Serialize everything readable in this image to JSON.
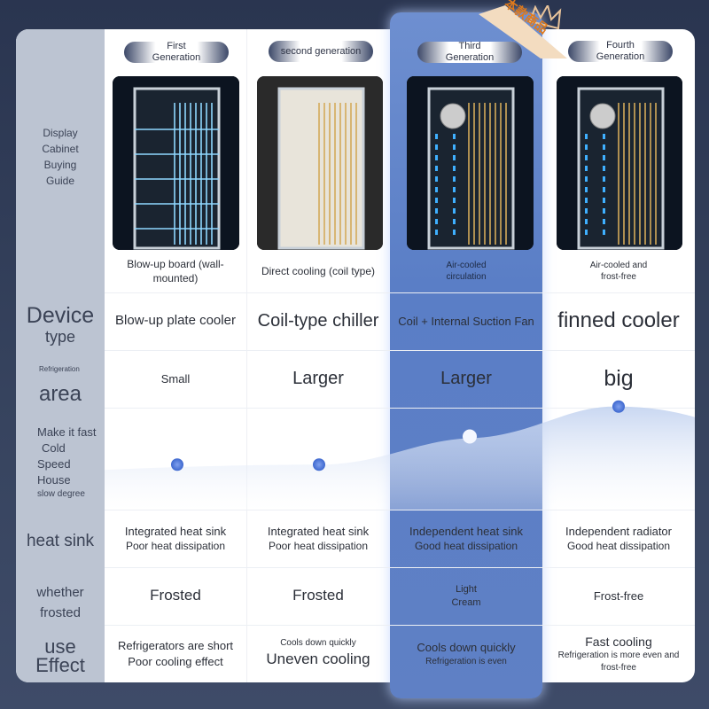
{
  "badge": {
    "text": "本款商品",
    "icon": "crown-icon"
  },
  "guide_title": [
    "Display",
    "Cabinet",
    "Buying",
    "Guide"
  ],
  "row_labels": {
    "device_type": [
      "Device",
      "type"
    ],
    "area": [
      "Refrigeration",
      "area"
    ],
    "speed": [
      "Make it fast",
      "Cold",
      "Speed",
      "House",
      "slow degree"
    ],
    "heat_sink": [
      "heat sink"
    ],
    "frost": [
      "whether",
      "frosted"
    ],
    "effect": [
      "use",
      "Effect"
    ]
  },
  "columns": [
    {
      "generation": [
        "First",
        "Generation"
      ],
      "image": "cabinet-wall-mounted",
      "caption": [
        "Blow-up board (wall-mounted)"
      ],
      "device_type": "Blow-up plate cooler",
      "area": "Small",
      "heat_sink": [
        "Integrated heat sink",
        "Poor heat dissipation"
      ],
      "frost": [
        "Frosted"
      ],
      "effect": [
        "Refrigerators are short",
        "Poor cooling effect"
      ]
    },
    {
      "generation": [
        "second generation"
      ],
      "image": "cabinet-coil",
      "caption": [
        "Direct cooling (coil type)"
      ],
      "device_type": "Coil-type chiller",
      "area": "Larger",
      "heat_sink": [
        "Integrated heat sink",
        "Poor heat dissipation"
      ],
      "frost": [
        "Frosted"
      ],
      "effect": [
        "Cools down quickly",
        "Uneven cooling"
      ]
    },
    {
      "generation": [
        "Third",
        "Generation"
      ],
      "image": "cabinet-air-cooled",
      "caption": [
        "Air-cooled",
        "circulation"
      ],
      "device_type": "Coil + Internal Suction Fan",
      "area": "Larger",
      "heat_sink": [
        "Independent heat sink",
        "Good heat dissipation"
      ],
      "frost": [
        "Light",
        "Cream"
      ],
      "effect": [
        "Cools down quickly",
        "Refrigeration is even"
      ],
      "highlighted": true
    },
    {
      "generation": [
        "Fourth",
        "Generation"
      ],
      "image": "cabinet-finned",
      "caption": [
        "Air-cooled and",
        "frost-free"
      ],
      "device_type": "finned cooler",
      "area": "big",
      "heat_sink": [
        "Independent radiator",
        "Good heat dissipation"
      ],
      "frost": [
        "Frost-free"
      ],
      "effect": [
        "Fast cooling",
        "Refrigeration is more even and",
        "frost-free"
      ]
    }
  ],
  "chart_data": {
    "type": "area",
    "categories": [
      "First Generation",
      "second generation",
      "Third Generation",
      "Fourth Generation"
    ],
    "values": [
      1,
      1,
      2,
      3
    ],
    "ylim": [
      0,
      4
    ],
    "grid": false
  },
  "colors": {
    "highlight": "#5f80c5",
    "label_column": "#bcc4d2",
    "background": "#2a3550",
    "curve": "#c9d8f2",
    "dot": "#4a74d6"
  }
}
